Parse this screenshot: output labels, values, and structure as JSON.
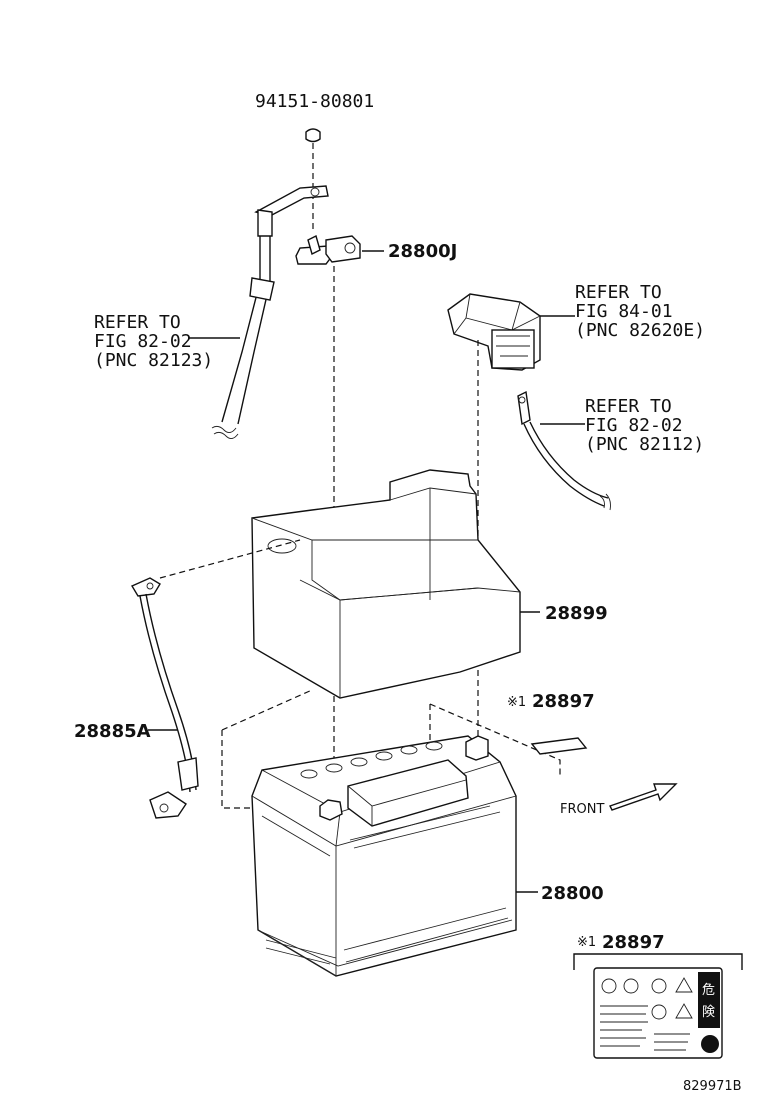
{
  "parts": {
    "nut": "94151-80801",
    "clamp": "28800J",
    "cover": "28899",
    "cable": "28885A",
    "label_part": "28897",
    "battery": "28800",
    "caution_label": "28897"
  },
  "marks": {
    "asterisk_mark": "※1"
  },
  "references": {
    "left_cable": [
      "REFER TO",
      "FIG 82-02",
      "(PNC 82123)"
    ],
    "relay": [
      "REFER TO",
      "FIG 84-01",
      "(PNC 82620E)"
    ],
    "right_cable": [
      "REFER TO",
      "FIG 82-02",
      "(PNC 82112)"
    ]
  },
  "front_label": "FRONT",
  "label_kanji": [
    "危",
    "険"
  ],
  "figure_id": "829971B"
}
